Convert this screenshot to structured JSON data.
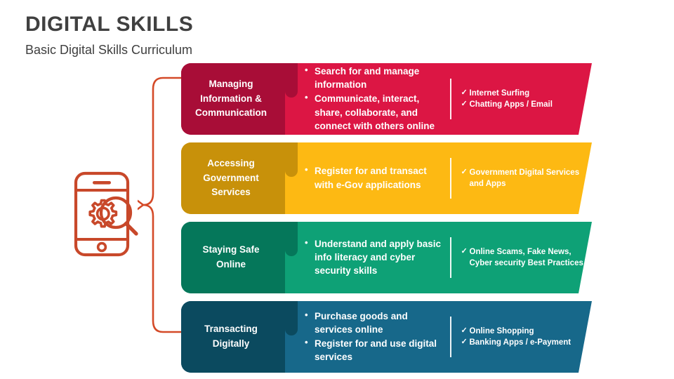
{
  "header": {
    "title": "DIGITAL SKILLS",
    "subtitle": "Basic Digital Skills Curriculum",
    "title_color": "#404040"
  },
  "icon": {
    "name": "smartphone-gear-magnifier-icon",
    "color": "#C8482A"
  },
  "connector": {
    "name": "brace-connector",
    "color": "#D44A28"
  },
  "rows": [
    {
      "label": "Managing\nInformation &\nCommunication",
      "label_line1": "Managing",
      "label_line2": "Information &",
      "label_line3": "Communication",
      "dark_color": "#A80D37",
      "light_color": "#DC1644",
      "bullets": [
        "Search for and manage information",
        "Communicate, interact, share, collaborate, and connect with others online"
      ],
      "checks": [
        "Internet Surfing",
        "Chatting Apps / Email"
      ]
    },
    {
      "label": "Accessing\nGovernment\nServices",
      "label_line1": "Accessing",
      "label_line2": "Government",
      "label_line3": "Services",
      "dark_color": "#C8910A",
      "light_color": "#FDB913",
      "bullets": [
        "Register for and transact with e-Gov applications"
      ],
      "checks": [
        "Government Digital Services and Apps"
      ]
    },
    {
      "label": "Staying Safe\nOnline",
      "label_line1": "Staying Safe",
      "label_line2": "Online",
      "label_line3": "",
      "dark_color": "#05775A",
      "light_color": "#0EA176",
      "bullets": [
        "Understand and apply basic info literacy and cyber security skills"
      ],
      "checks": [
        "Online Scams, Fake News, Cyber security Best Practices"
      ]
    },
    {
      "label": "Transacting\nDigitally",
      "label_line1": "Transacting",
      "label_line2": "Digitally",
      "label_line3": "",
      "dark_color": "#0B4A5F",
      "light_color": "#17688A",
      "bullets": [
        "Purchase goods and services online",
        "Register for and use digital services"
      ],
      "checks": [
        "Online Shopping",
        "Banking Apps / e-Payment"
      ]
    }
  ]
}
